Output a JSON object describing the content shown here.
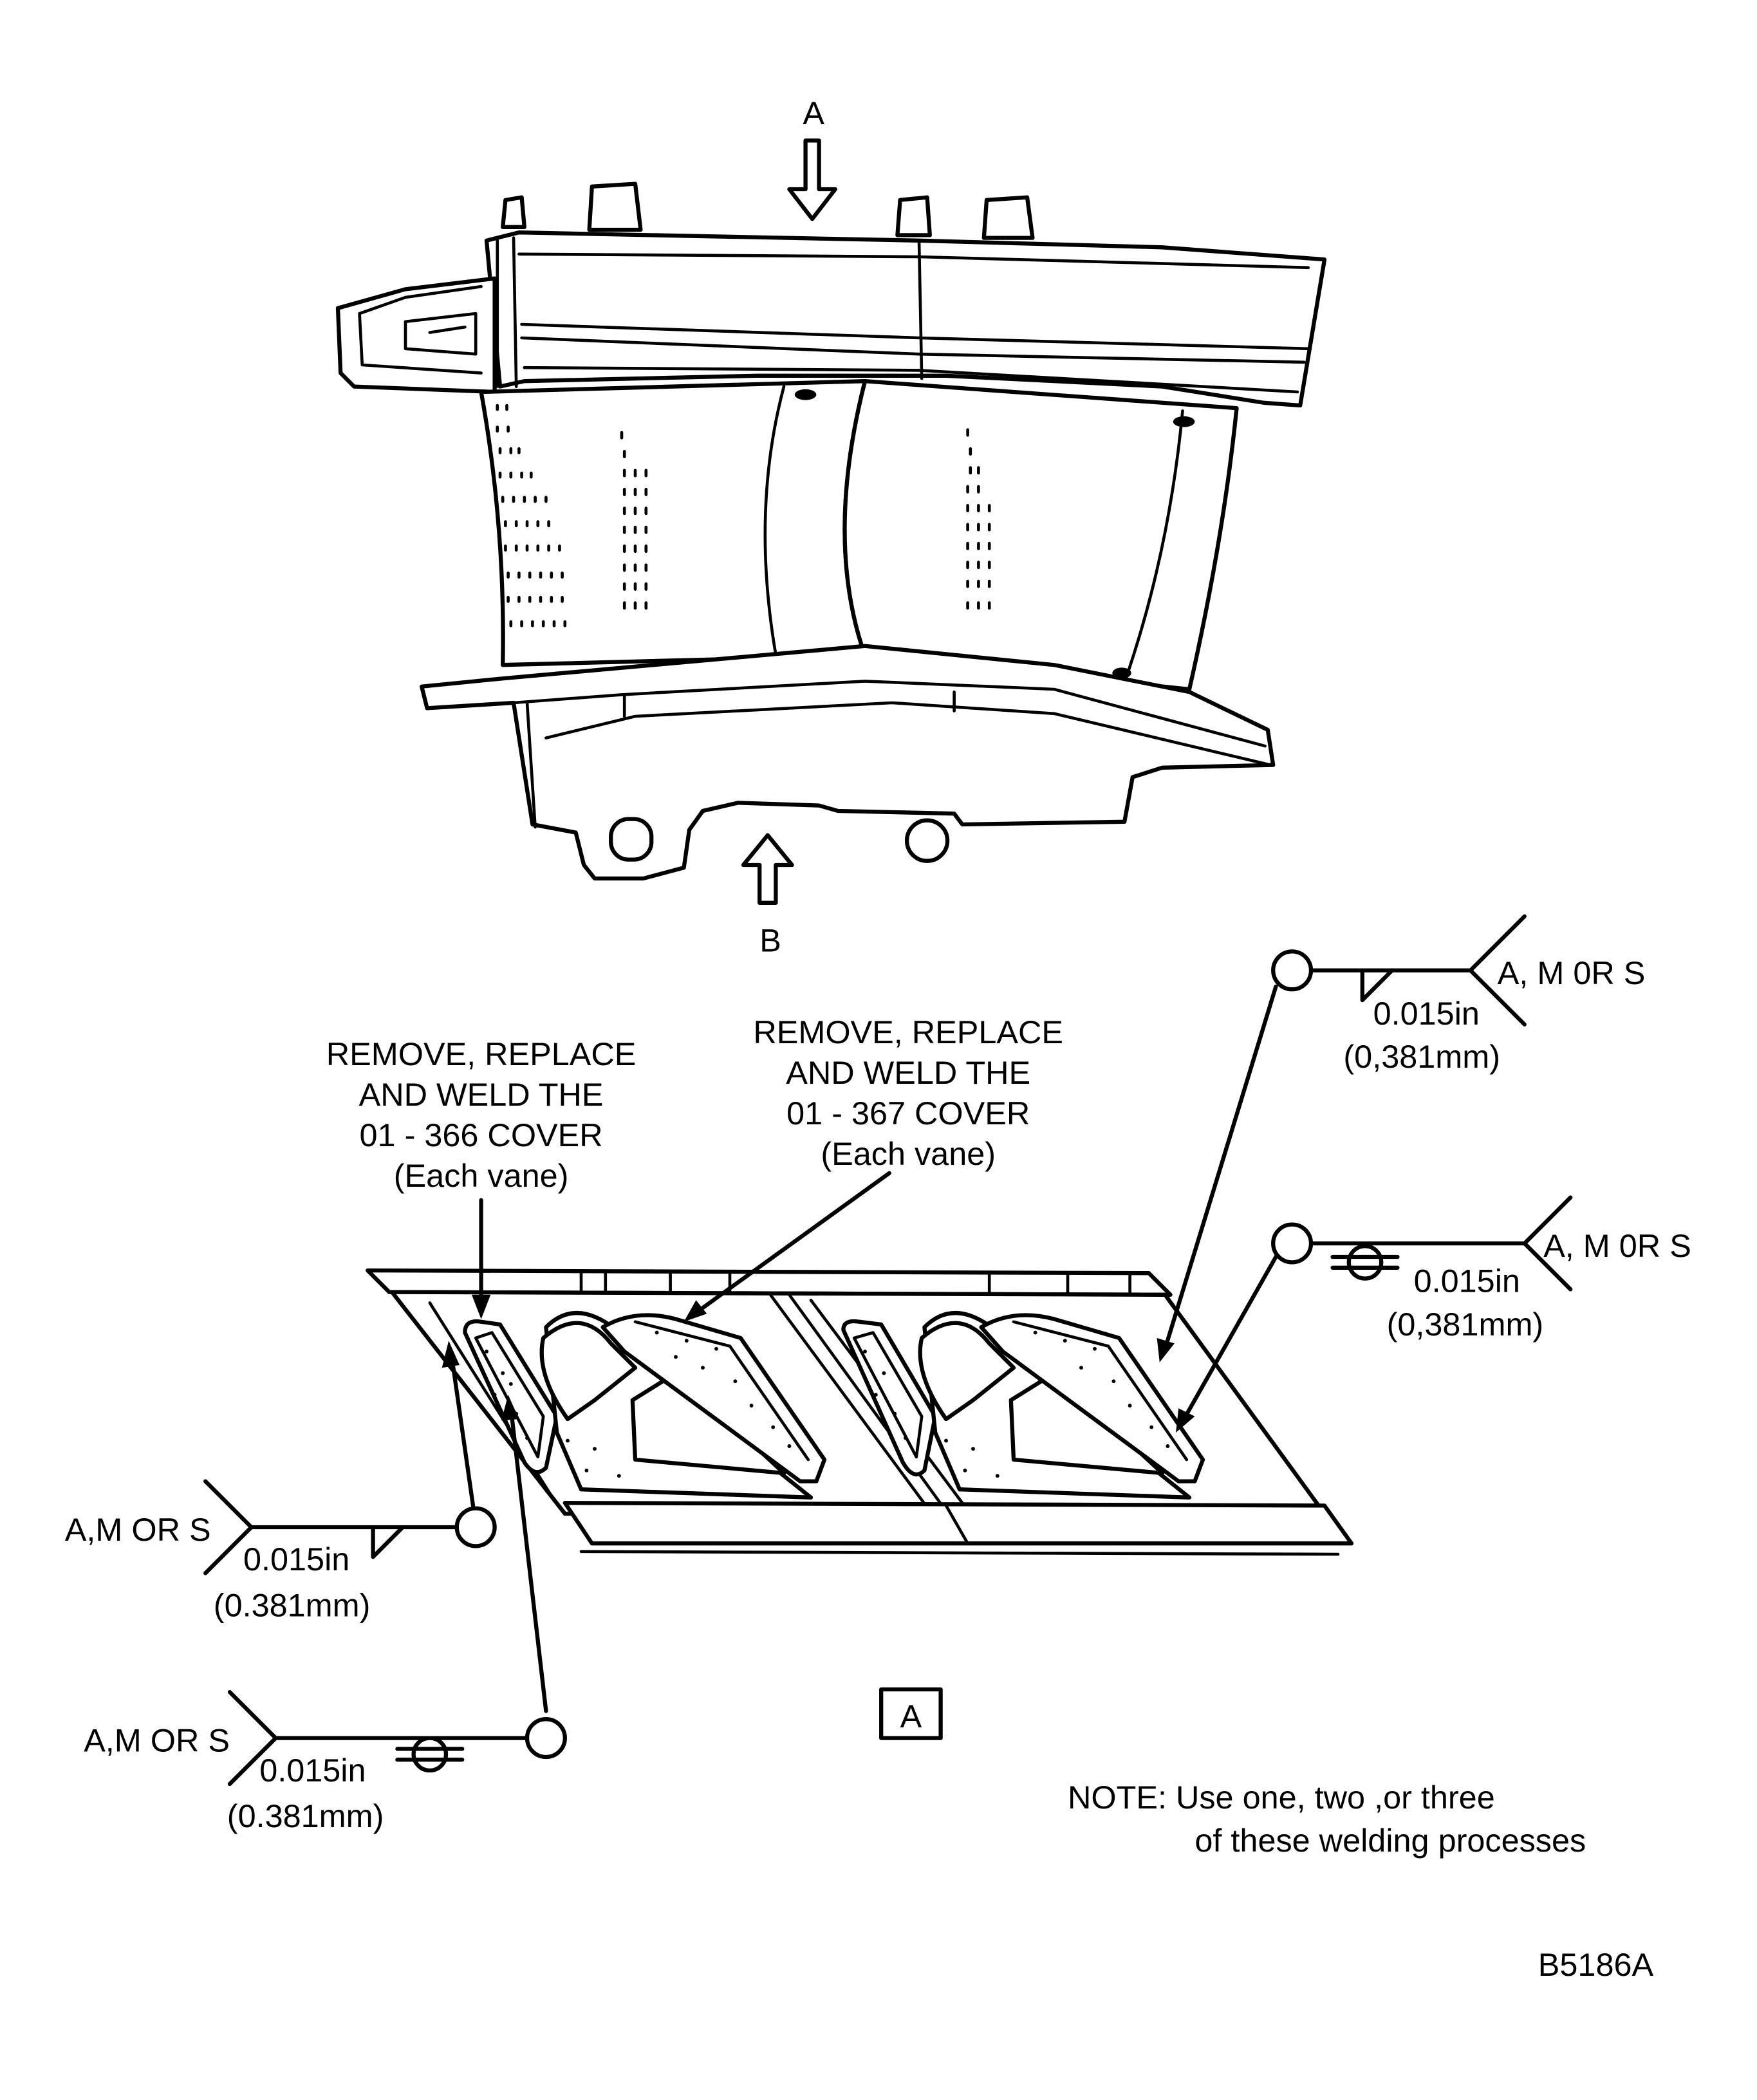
{
  "view_markers": {
    "top_arrow_label": "A",
    "bottom_arrow_label": "B",
    "section_box_label": "A"
  },
  "callouts": {
    "cover_366": [
      "REMOVE, REPLACE",
      "AND WELD THE",
      "01 - 366 COVER",
      "(Each vane)"
    ],
    "cover_367": [
      "REMOVE, REPLACE",
      "AND WELD THE",
      "01 - 367 COVER",
      "(Each vane)"
    ]
  },
  "weld_symbols": {
    "right_upper": {
      "process": "A, M 0R S",
      "size": "0.015in",
      "metric": "(0,381mm)"
    },
    "right_lower": {
      "process": "A, M 0R S",
      "size": "0.015in",
      "metric": "(0,381mm)"
    },
    "left_upper": {
      "process": "A,M OR S",
      "size": "0.015in",
      "metric": "(0.381mm)"
    },
    "left_lower": {
      "process": "A,M OR S",
      "size": "0.015in",
      "metric": "(0.381mm)"
    }
  },
  "note": {
    "line1": "NOTE: Use one, two ,or three",
    "line2": "of these welding processes"
  },
  "figure_id": "B5186A"
}
